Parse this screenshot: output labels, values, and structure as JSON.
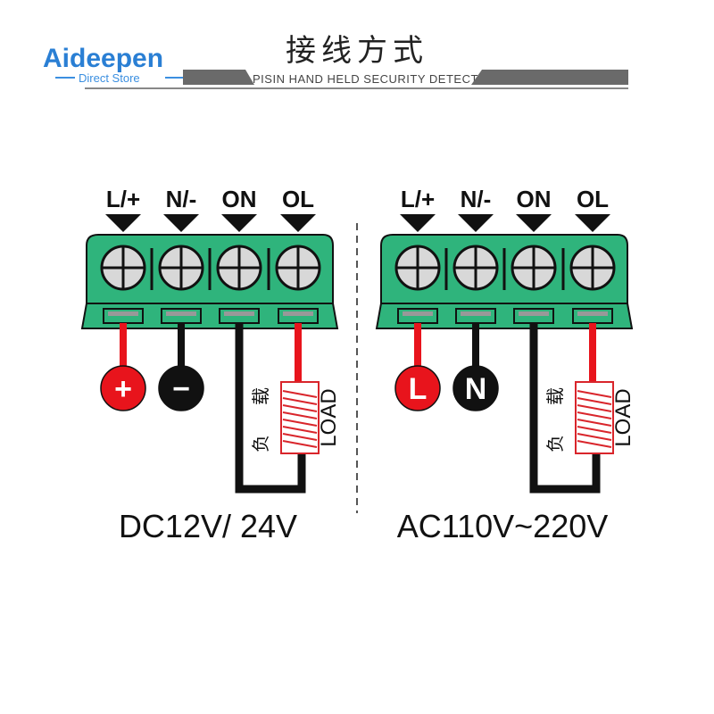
{
  "header": {
    "brand": "Aideepen",
    "brand_sub": "Direct Store",
    "title_cn": "接线方式",
    "subtitle": "PISIN HAND HELD SECURITY DETECTOR"
  },
  "panels": [
    {
      "terminals": [
        "L/+",
        "N/-",
        "ON",
        "OL"
      ],
      "source_symbols": [
        "+",
        "−"
      ],
      "source_colors": [
        "#e8141c",
        "#111111"
      ],
      "load_cn_top": "载",
      "load_cn_bottom": "负",
      "load_en": "LOAD",
      "caption": "DC12V/ 24V"
    },
    {
      "terminals": [
        "L/+",
        "N/-",
        "ON",
        "OL"
      ],
      "source_symbols": [
        "L",
        "N"
      ],
      "source_colors": [
        "#e8141c",
        "#111111"
      ],
      "load_cn_top": "载",
      "load_cn_bottom": "负",
      "load_en": "LOAD",
      "caption": "AC110V~220V"
    }
  ],
  "colors": {
    "terminal_green": "#2fb47c",
    "wire_red": "#e8141c",
    "wire_black": "#111111",
    "load_red": "#d9252b"
  }
}
